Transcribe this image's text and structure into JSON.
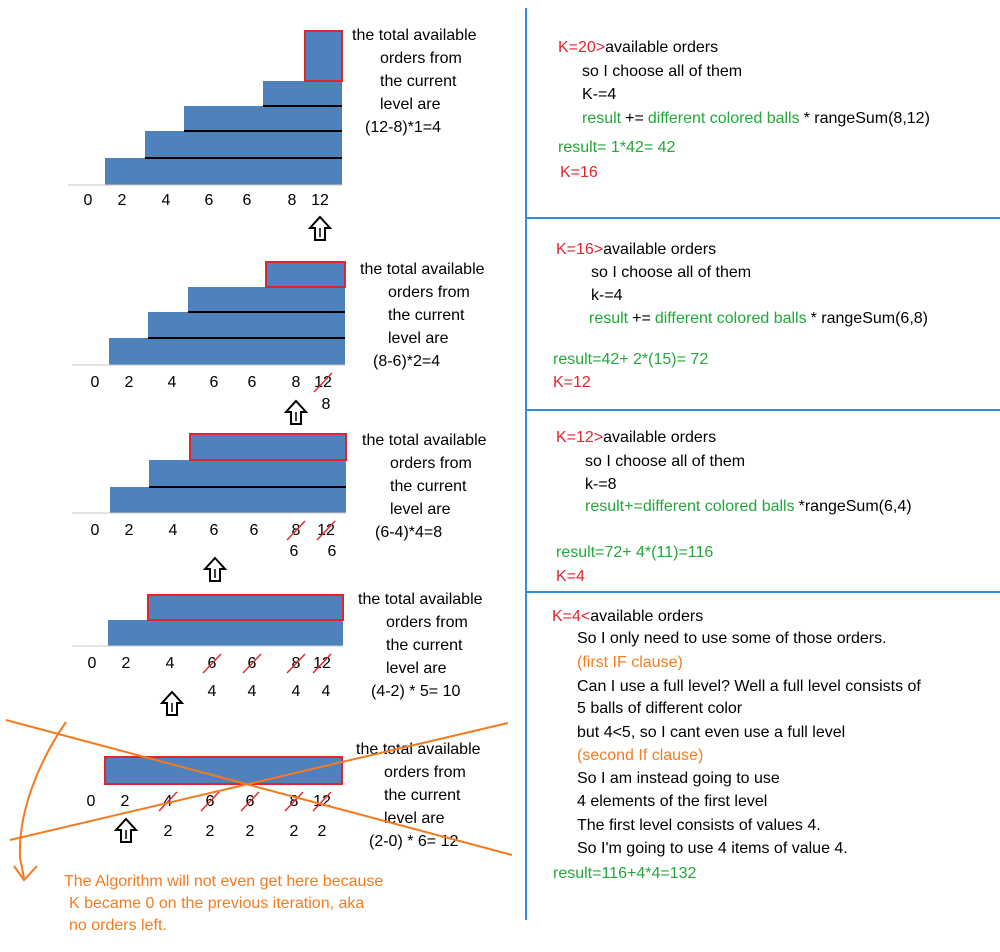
{
  "colors": {
    "bar": "#4f81bd",
    "highlight": "#e0252f",
    "green": "#22a83a",
    "red": "#e0252f",
    "orange": "#f47b20",
    "divider": "#2a8fd6"
  },
  "axis_values": [
    "0",
    "2",
    "4",
    "6",
    "6",
    "8",
    "12"
  ],
  "icons": {
    "arrow": "up-arrow-icon"
  },
  "panels": [
    {
      "desc": [
        "the total available",
        "orders from",
        "the current",
        "level are",
        "(12-8)*1=4"
      ],
      "new_values": [],
      "steps": [
        {
          "text": "K=20>",
          "c": "tr"
        },
        {
          "text": "available orders",
          "c": "t"
        },
        {
          "text": "so I choose all of them",
          "c": "t"
        },
        {
          "text": "K-=4",
          "c": "t"
        },
        {
          "text": "result",
          "c": "tg"
        },
        {
          "text": "+=",
          "c": "t"
        },
        {
          "text": "different colored balls",
          "c": "tg"
        },
        {
          "text": "* rangeSum(8,12)",
          "c": "t"
        },
        {
          "text": "result= 1*42=  42",
          "c": "tg"
        },
        {
          "text": "K=16",
          "c": "tr"
        }
      ]
    },
    {
      "desc": [
        "the total available",
        "orders from",
        "the current",
        "level are",
        "(8-6)*2=4"
      ],
      "new_values": [
        "8"
      ],
      "steps": [
        {
          "text": "K=16>",
          "c": "tr"
        },
        {
          "text": "available orders",
          "c": "t"
        },
        {
          "text": "so I choose all of them",
          "c": "t"
        },
        {
          "text": "k-=4",
          "c": "t"
        },
        {
          "text": "result",
          "c": "tg"
        },
        {
          "text": "+=",
          "c": "t"
        },
        {
          "text": "different colored balls",
          "c": "tg"
        },
        {
          "text": "* rangeSum(6,8)",
          "c": "t"
        },
        {
          "text": "result=42+ 2*(15)= 72",
          "c": "tg"
        },
        {
          "text": "K=12",
          "c": "tr"
        }
      ]
    },
    {
      "desc": [
        "the total available",
        "orders from",
        "the current",
        "level are",
        "(6-4)*4=8"
      ],
      "new_values": [
        "6",
        "6"
      ],
      "steps": [
        {
          "text": "K=12>",
          "c": "tr"
        },
        {
          "text": "available orders",
          "c": "t"
        },
        {
          "text": "so I choose all of them",
          "c": "t"
        },
        {
          "text": "k-=8",
          "c": "t"
        },
        {
          "text": "result+=different colored balls",
          "c": "tg"
        },
        {
          "text": "*rangeSum(6,4)",
          "c": "t"
        },
        {
          "text": "result=72+ 4*(11)=116",
          "c": "tg"
        },
        {
          "text": "K=4",
          "c": "tr"
        }
      ]
    },
    {
      "desc": [
        "the total available",
        "orders from",
        "the current",
        "level are",
        "(4-2) * 5= 10"
      ],
      "new_values": [
        "4",
        "4",
        "4",
        "4"
      ],
      "steps": [
        {
          "text": "K=4<",
          "c": "tr"
        },
        {
          "text": " available orders",
          "c": "t"
        },
        {
          "text": "So I only need to use some of those orders.",
          "c": "t"
        },
        {
          "text": "(first IF clause)",
          "c": "to"
        },
        {
          "text": "Can I use a full level? Well a full level consists of",
          "c": "t"
        },
        {
          "text": "5 balls of different color",
          "c": "t"
        },
        {
          "text": "but 4<5, so I cant even use a full level",
          "c": "t"
        },
        {
          "text": "(second If clause)",
          "c": "to"
        },
        {
          "text": "So I am instead going to use",
          "c": "t"
        },
        {
          "text": "4 elements of the first level",
          "c": "t"
        },
        {
          "text": "The first level consists of values 4.",
          "c": "t"
        },
        {
          "text": "So I'm going to use 4 items of value 4.",
          "c": "t"
        },
        {
          "text": "result=116+4*4=132",
          "c": "tg"
        }
      ]
    },
    {
      "desc": [
        "the total available",
        "orders from",
        "the current",
        "level are",
        "(2-0) * 6= 12"
      ],
      "new_values": [
        "2",
        "2",
        "2",
        "2",
        "2"
      ],
      "steps": []
    }
  ],
  "note": [
    "The Algorithm will not even get here because",
    "K became 0 on the previous iteration, aka",
    "no orders left."
  ]
}
